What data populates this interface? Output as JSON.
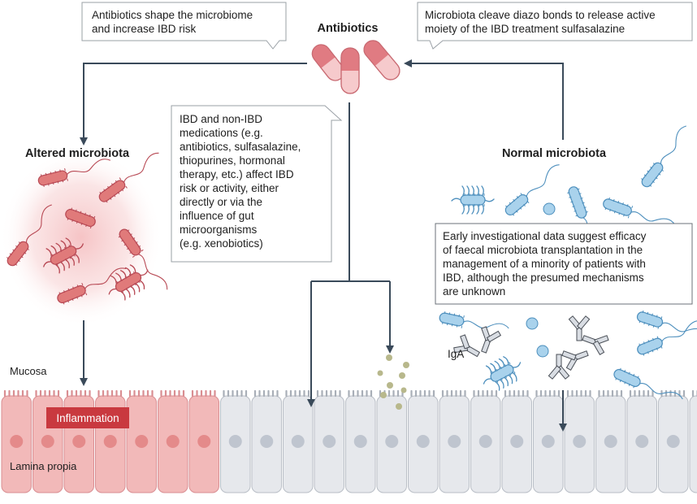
{
  "labels": {
    "antibiotics": "Antibiotics",
    "altered_microbiota": "Altered microbiota",
    "normal_microbiota": "Normal microbiota",
    "mucosa": "Mucosa",
    "lamina_propia": "Lamina propia",
    "inflammation": "Inflammation",
    "iga": "IgA"
  },
  "callouts": {
    "top_left": [
      "Antibiotics shape the microbiome",
      "and increase IBD risk"
    ],
    "top_right": [
      "Microbiota cleave diazo bonds to release active",
      "moiety of the IBD treatment sulfasalazine"
    ],
    "center": [
      "IBD and non-IBD",
      "medications (e.g.",
      "antibiotics, sulfasalazine,",
      "thiopurines, hormonal",
      "therapy, etc.) affect IBD",
      "risk or activity, either",
      "directly or via the",
      "influence of gut",
      "microorganisms",
      "(e.g. xenobiotics)"
    ],
    "right": [
      "Early investigational data suggest efficacy",
      "of faecal microbiota transplantation in the",
      "management of a minority of patients with",
      "IBD, although the presumed mechanisms",
      "are unknown"
    ]
  },
  "colors": {
    "inflamed_cell": "#f2b9b9",
    "inflamed_nucleus": "#e48a8a",
    "normal_cell": "#e6e8ec",
    "normal_nucleus": "#bfc5cf",
    "altered_bacteria": "#e07a7a",
    "normal_bacteria": "#a9d2ec",
    "inflammation_badge": "#c9393f",
    "arrow": "#3a4a5a",
    "pill_dark": "#e07b82",
    "pill_light": "#f6cacc",
    "particles": "#b8b88c"
  },
  "icons": [
    "pill-icon",
    "bacterium-icon",
    "antibody-icon",
    "arrow-icon"
  ]
}
